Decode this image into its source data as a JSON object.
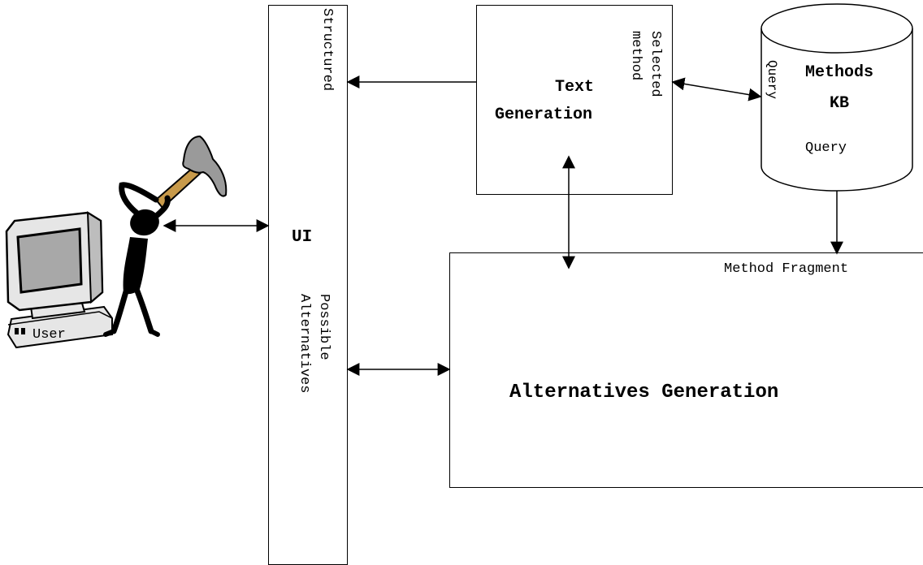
{
  "ui_box": {
    "label": "UI",
    "side_top": "Structured",
    "side_bottom": [
      "Possible",
      "Alternatives"
    ]
  },
  "text_gen": {
    "title": [
      "Text",
      "Generation"
    ],
    "side_label": [
      "Selected",
      "method"
    ]
  },
  "methods_kb": {
    "title": [
      "Methods",
      "KB"
    ],
    "query_side": "Query",
    "query_bottom": "Query"
  },
  "alt_gen": {
    "title": "Alternatives Generation",
    "corner_label": "Method Fragment"
  },
  "user": {
    "label": "User"
  }
}
